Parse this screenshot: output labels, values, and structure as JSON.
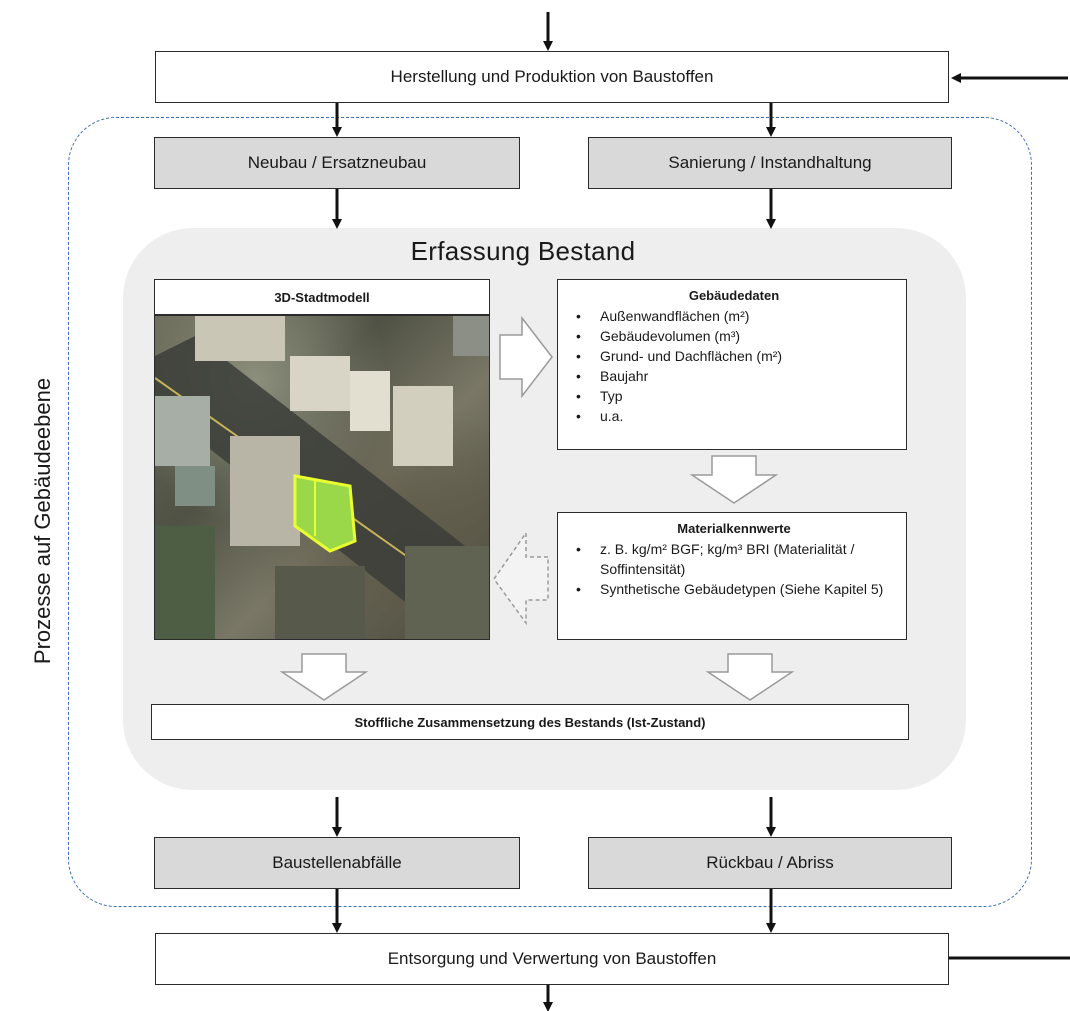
{
  "side_label": "Prozesse auf Gebäudeebene",
  "top_box": "Herstellung und Produktion von Baustoffen",
  "left_top_box": "Neubau / Ersatzneubau",
  "right_top_box": "Sanierung / Instandhaltung",
  "panel_title": "Erfassung Bestand",
  "city_model": {
    "header": "3D-Stadtmodell"
  },
  "building_data": {
    "header": "Gebäudedaten",
    "items": [
      "Außenwandflächen (m²)",
      "Gebäudevolumen (m³)",
      "Grund- und Dachflächen (m²)",
      "Baujahr",
      "Typ",
      "u.a."
    ]
  },
  "material_values": {
    "header": "Materialkennwerte",
    "items": [
      "z. B. kg/m² BGF; kg/m³ BRI (Materialität / Soffintensität)",
      "Synthetische Gebäudetypen  (Siehe Kapitel 5)"
    ]
  },
  "composition_box": "Stoffliche Zusammensetzung des Bestands (Ist-Zustand)",
  "left_bottom_box": "Baustellenabfälle",
  "right_bottom_box": "Rückbau / Abriss",
  "bottom_box": "Entsorgung und Verwertung von Baustoffen"
}
